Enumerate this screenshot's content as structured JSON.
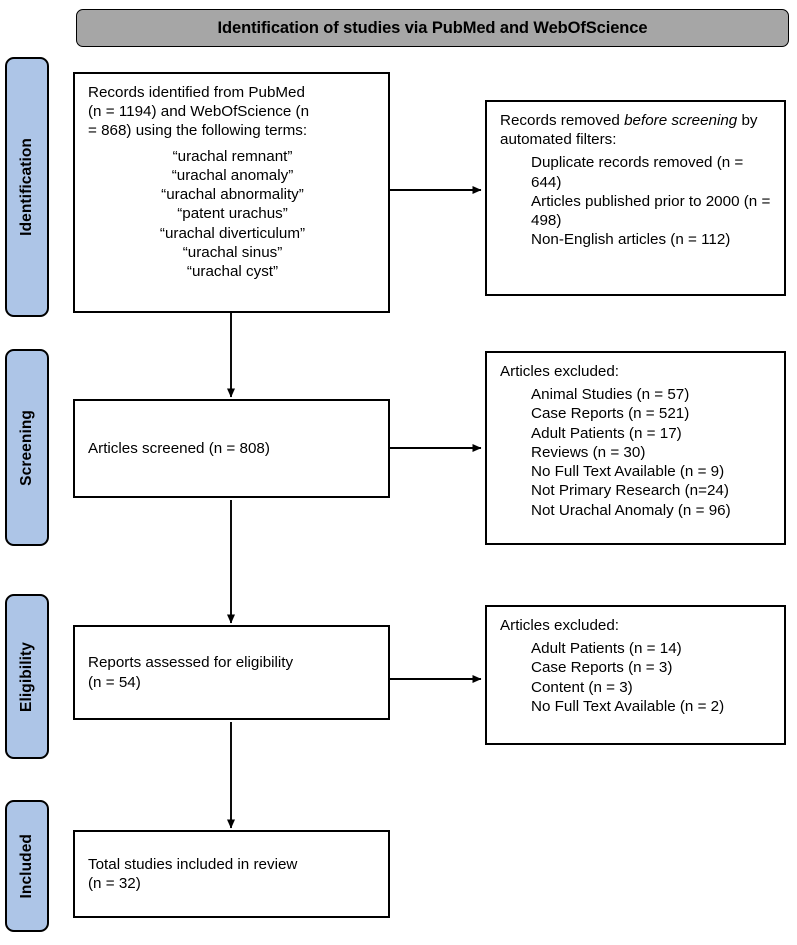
{
  "title": {
    "text": "Identification of studies via PubMed and WebOfScience"
  },
  "colors": {
    "banner_gray": "#a6a6a6",
    "phase_blue": "#adc5e7",
    "border_black": "#000000",
    "background": "#ffffff"
  },
  "phases": [
    {
      "label": "Identification"
    },
    {
      "label": "Screening"
    },
    {
      "label": "Eligibility"
    },
    {
      "label": "Included"
    }
  ],
  "boxes": {
    "identified": {
      "header": [
        "Records identified from PubMed",
        "(n = 1194) and WebOfScience (n",
        "= 868) using the following terms:"
      ],
      "terms": [
        "“urachal remnant”",
        "“urachal anomaly”",
        "“urachal abnormality”",
        "“patent urachus”",
        "“urachal diverticulum”",
        "“urachal sinus”",
        "“urachal cyst”"
      ]
    },
    "removed_before_screening": {
      "header_pre": "Records removed ",
      "header_italic": "before screening",
      "header_post": " by automated filters:",
      "items": [
        "Duplicate records removed (n = 644)",
        "Articles published prior to 2000 (n = 498)",
        "Non-English articles (n = 112)"
      ]
    },
    "screened": {
      "lines": [
        "Articles screened (n = 808)"
      ]
    },
    "screening_excluded": {
      "header": "Articles excluded:",
      "items": [
        "Animal Studies (n = 57)",
        "Case Reports (n = 521)",
        "Adult Patients (n = 17)",
        "Reviews (n = 30)",
        "No Full Text Available (n = 9)",
        "Not Primary Research (n=24)",
        "Not Urachal Anomaly (n = 96)"
      ]
    },
    "eligibility_assessed": {
      "lines": [
        "Reports assessed for eligibility",
        "(n = 54)"
      ]
    },
    "eligibility_excluded": {
      "header": "Articles excluded:",
      "items": [
        "Adult Patients (n = 14)",
        "Case Reports (n = 3)",
        "Content (n = 3)",
        "No Full Text Available (n = 2)"
      ]
    },
    "included": {
      "lines": [
        "Total studies included in review",
        "(n = 32)"
      ]
    }
  }
}
